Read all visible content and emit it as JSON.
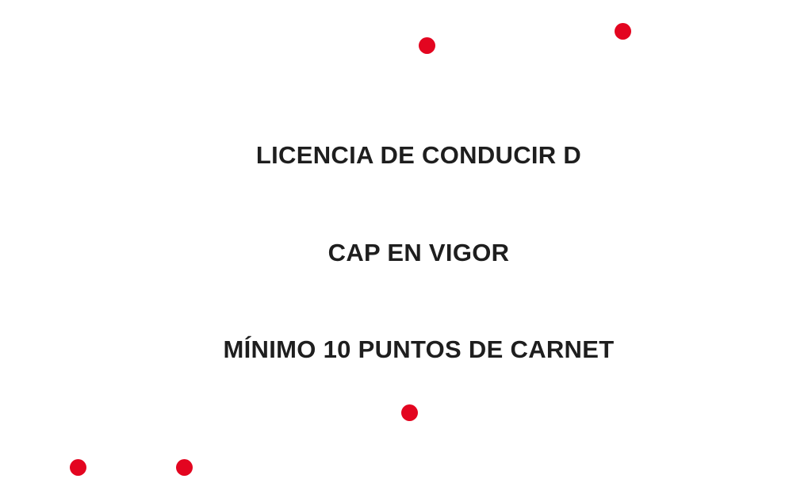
{
  "requirements": [
    "LICENCIA DE CONDUCIR D",
    "CAP EN VIGOR",
    "MÍNIMO 10 PUNTOS DE CARNET"
  ],
  "colors": {
    "accent": "#e30520",
    "text": "#1e1e1e"
  }
}
